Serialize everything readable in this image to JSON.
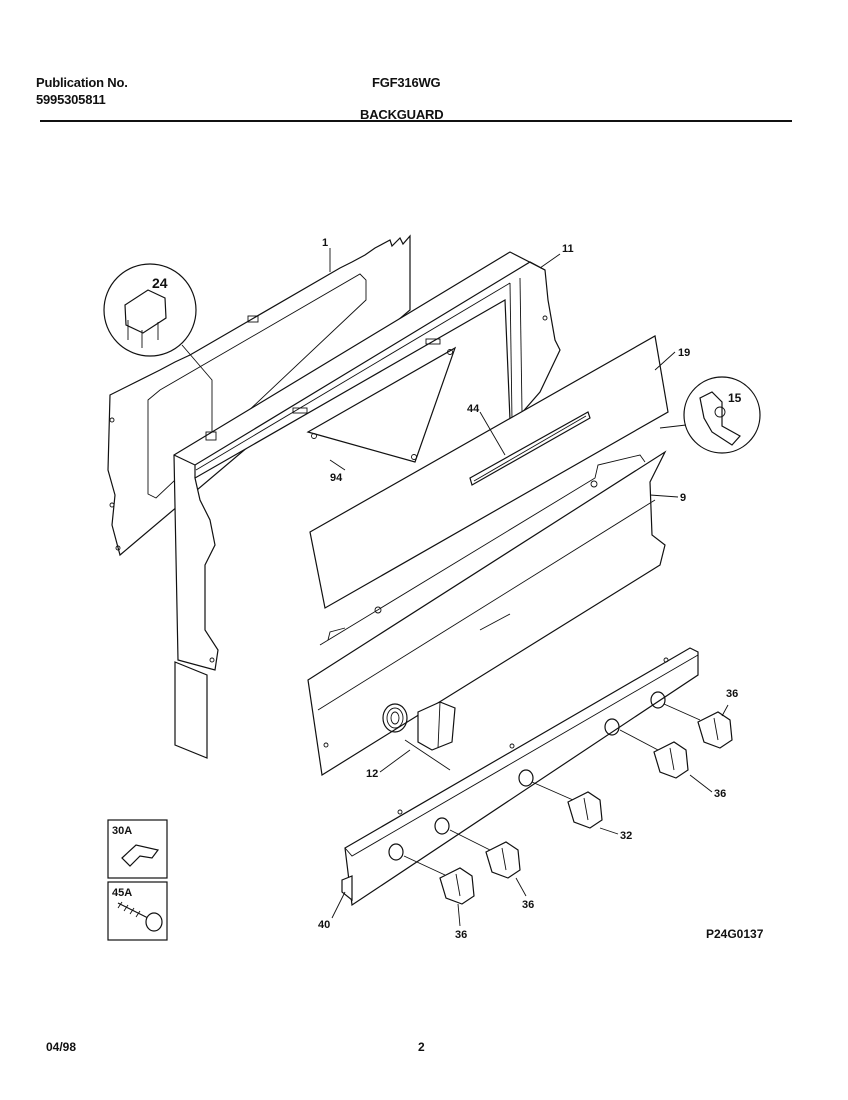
{
  "header": {
    "pub_label": "Publication No.",
    "pub_number": "5995305811",
    "model": "FGF316WG",
    "section": "BACKGUARD"
  },
  "diagram_code": "P24G0137",
  "footer": {
    "date": "04/98",
    "page": "2"
  },
  "callouts": {
    "c1": "1",
    "c11": "11",
    "c24": "24",
    "c19": "19",
    "c15": "15",
    "c44": "44",
    "c94": "94",
    "c9": "9",
    "c36a": "36",
    "c36b": "36",
    "c32": "32",
    "c36c": "36",
    "c36d": "36",
    "c12": "12",
    "c40": "40",
    "c30a": "30A",
    "c45a": "45A"
  }
}
